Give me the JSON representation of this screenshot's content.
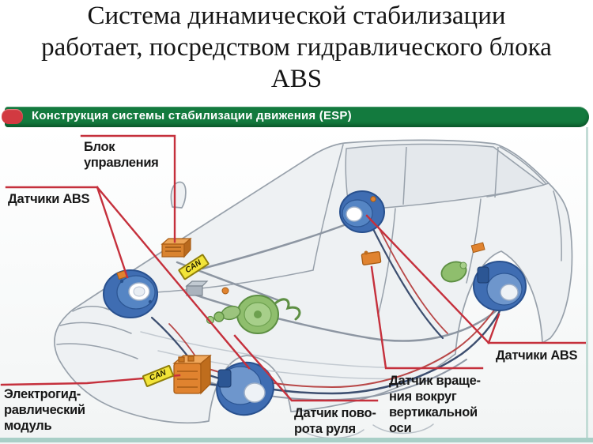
{
  "title": {
    "line1": "Система динамической стабилизации",
    "line2": "работает, посредством гидравлического блока",
    "line3": "ABS"
  },
  "header": {
    "title": "Конструкция системы стабилизации движения (ESP)",
    "bar_color": "#137a3e",
    "accent_color": "#d23a41",
    "text_color": "#ffffff"
  },
  "labels": {
    "control_unit": "Блок\nуправления",
    "abs_left": "Датчики ABS",
    "abs_right": "Датчики ABS",
    "hydraulic_module": "Электрогид-\nравлический\nмодуль",
    "steering_sensor": "Датчик пово-\nрота руля",
    "yaw_sensor": "Датчик враще-\nния вокруг\nвертикальной\nоси"
  },
  "badges": {
    "can1": "CAN",
    "can2": "CAN"
  },
  "colors": {
    "pointer_line": "#c5303c",
    "wheel_blue": "#3f6db2",
    "component_orange": "#e0832f",
    "component_green": "#8fbe6d",
    "can_yellow": "#f2e438",
    "car_body": "#eef1f3",
    "car_stroke": "#98a1ab",
    "trim_teal": "#a9cfc7"
  }
}
